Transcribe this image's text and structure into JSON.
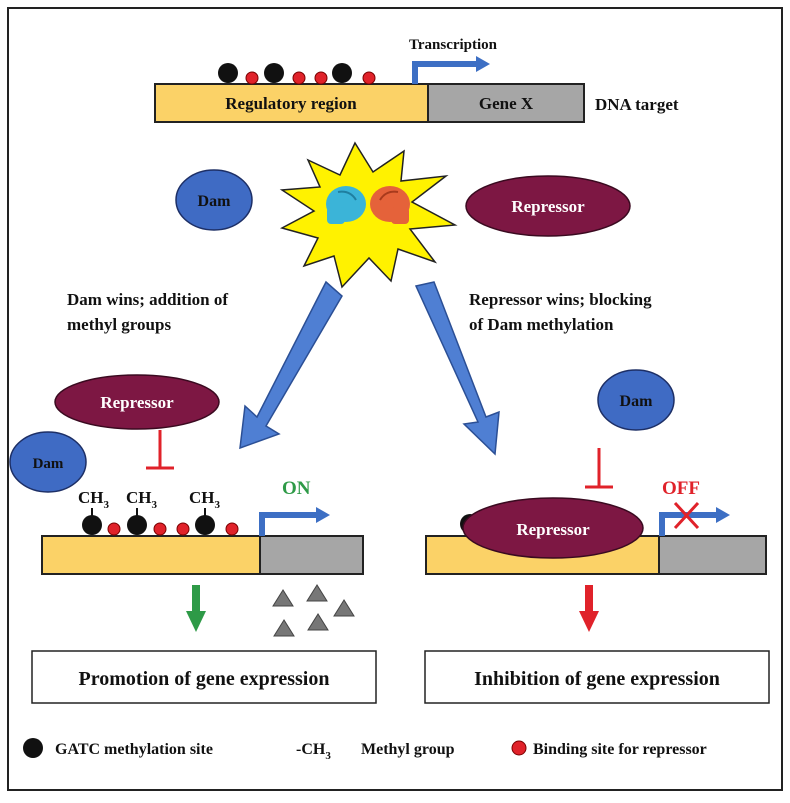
{
  "top": {
    "transcription_label": "Transcription",
    "regulatory_region_label": "Regulatory region",
    "gene_label": "Gene X",
    "dna_target_label": "DNA target"
  },
  "players": {
    "dam_label": "Dam",
    "repressor_label": "Repressor"
  },
  "left_branch": {
    "caption_line1": "Dam wins; addition of",
    "caption_line2": "methyl groups",
    "repressor_label": "Repressor",
    "dam_label": "Dam",
    "methyl_group_label": "CH",
    "methyl_subscript": "3",
    "status_label": "ON",
    "outcome_label": "Promotion of gene expression"
  },
  "right_branch": {
    "caption_line1": "Repressor wins; blocking",
    "caption_line2": "of Dam methylation",
    "dam_label": "Dam",
    "repressor_label": "Repressor",
    "status_label": "OFF",
    "outcome_label": "Inhibition of gene expression"
  },
  "legend": {
    "gatc_label": "GATC methylation site",
    "methyl_prefix": "-CH",
    "methyl_subscript": "3",
    "methyl_label": "Methyl group",
    "binding_label": "Binding site for repressor"
  },
  "colors": {
    "dna_yellow": "#fbd267",
    "gene_gray": "#a6a6a6",
    "dam_blue": "#3f6bc4",
    "repressor_purple": "#7d1743",
    "arrow_blue": "#4f7fd3",
    "promoter_blue": "#3d6fc4",
    "binding_red": "#e0222a",
    "inhibit_red": "#e0222a",
    "on_green": "#2e9a47",
    "off_red": "#e0222a",
    "burst_yellow": "#fff200",
    "glove_cyan": "#3bb4d8",
    "glove_orange": "#e5623a"
  }
}
